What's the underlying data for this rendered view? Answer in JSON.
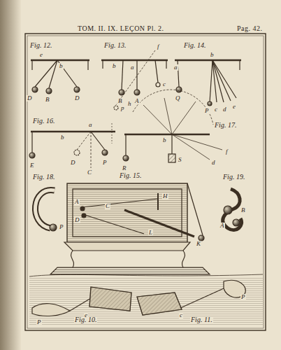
{
  "diagram": {
    "labels": [
      "TOM. II. IX. LEÇON Pl. 2.",
      "Pag. 42.",
      "Fig. 12.",
      "Fig. 13.",
      "Fig. 14.",
      "Fig. 16.",
      "Fig. 17.",
      "Fig. 15.",
      "Fig. 18.",
      "Fig. 19.",
      "Fig. 10.",
      "Fig. 11.",
      "e",
      "b",
      "D",
      "B",
      "D",
      "a",
      "b",
      "f",
      "c",
      "A",
      "B",
      "p",
      "a",
      "b",
      "Q",
      "P",
      "c",
      "d",
      "e",
      "a",
      "b",
      "E",
      "D",
      "C",
      "P",
      "h",
      "b",
      "f",
      "d",
      "R",
      "S",
      "A",
      "D",
      "C",
      "H",
      "L",
      "K",
      "P",
      "A",
      "B",
      "P",
      "e",
      "P",
      "c"
    ]
  }
}
